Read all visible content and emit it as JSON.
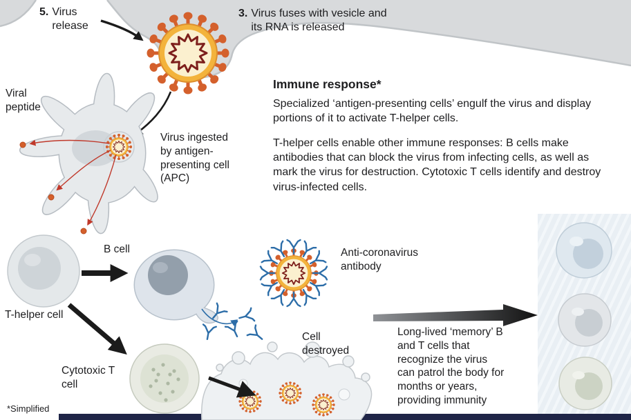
{
  "steps": {
    "step5": {
      "number": "5.",
      "text": "Virus release"
    },
    "step3": {
      "number": "3.",
      "text": "Virus fuses with vesicle and its RNA is released"
    }
  },
  "immune_response": {
    "title": "Immune response*",
    "para1": "Specialized ‘antigen-presenting cells’ engulf the virus and display portions of it to activate T-helper cells.",
    "para2": "T-helper cells enable other immune responses: B cells make antibodies that can block the virus from infecting cells, as well as mark the virus for destruction. Cytotoxic T cells identify and destroy virus-infected cells."
  },
  "labels": {
    "viral_peptide": "Viral peptide",
    "virus_ingested": "Virus ingested by antigen-presenting cell (APC)",
    "b_cell": "B cell",
    "t_helper_cell": "T-helper cell",
    "cytotoxic_t_cell": "Cytotoxic T cell",
    "anti_coronavirus_antibody": "Anti-coronavirus antibody",
    "cell_destroyed": "Cell destroyed",
    "memory_note": "Long-lived ‘memory’ B and T cells that recognize the virus can patrol the body for months or years, providing immunity",
    "footnote": "*Simplified"
  },
  "colors": {
    "membrane_gray": "#d8dadc",
    "virus_body": "#f3b33c",
    "virus_core": "#fbf0cf",
    "virus_spike": "#d4602c",
    "virus_rna": "#7d1f1c",
    "antibody_blue": "#2c6da8",
    "signal_arrow_red": "#c0392b",
    "bottom_bar_navy": "#1f2547"
  }
}
